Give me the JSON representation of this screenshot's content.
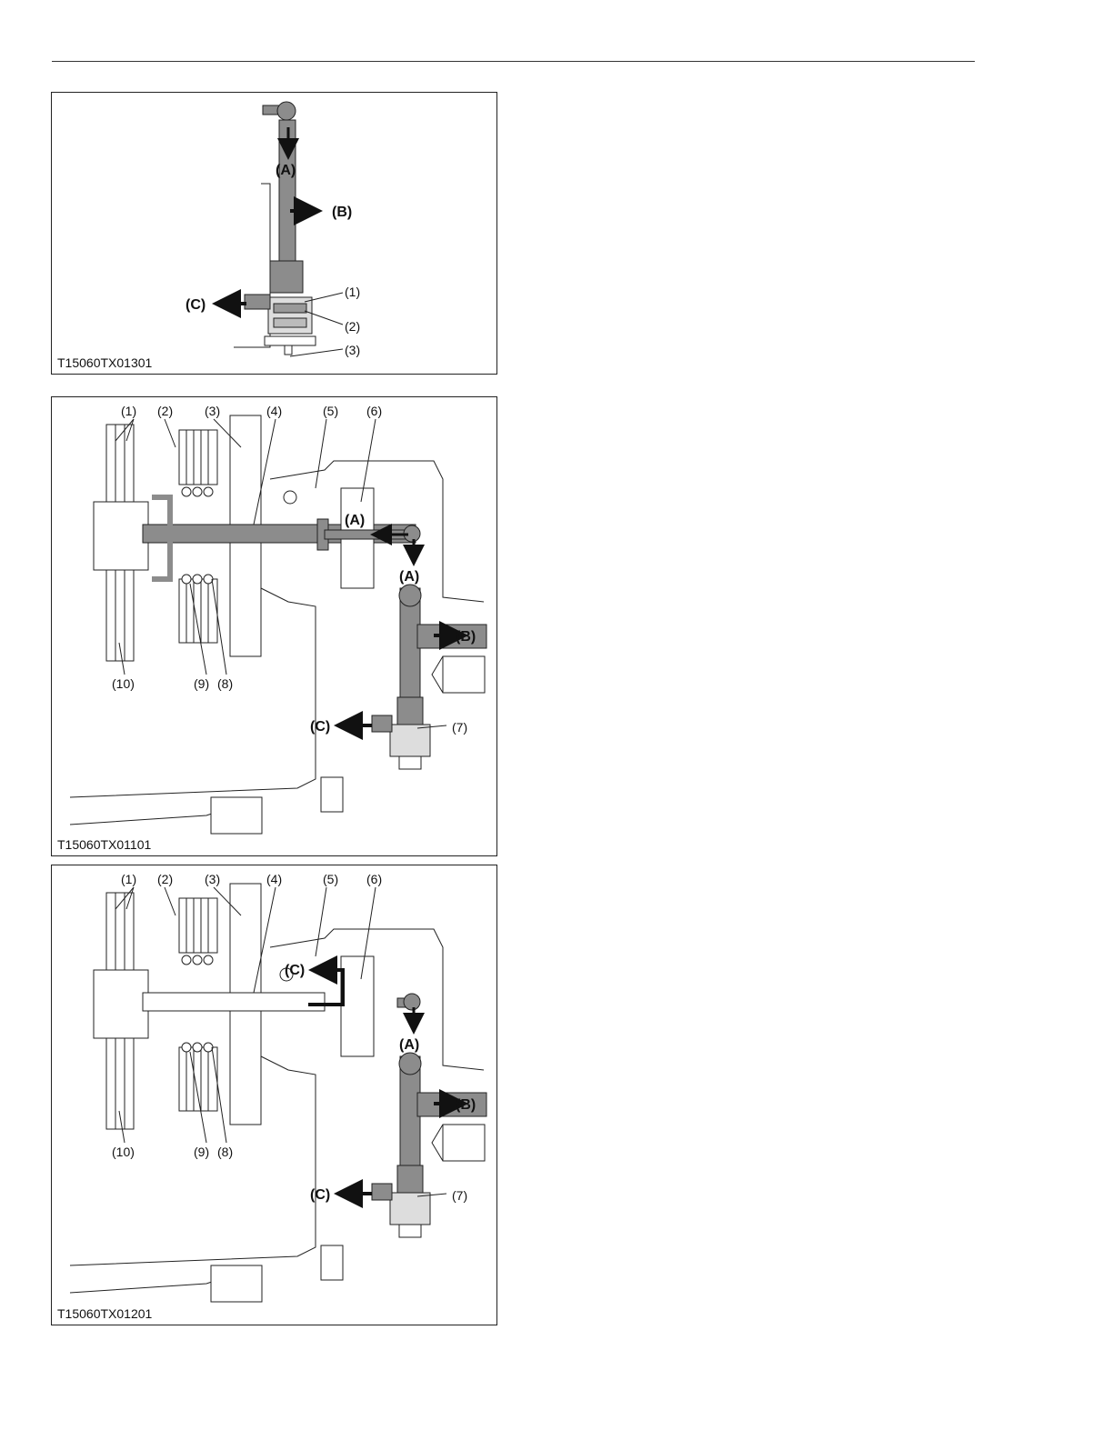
{
  "figures": [
    {
      "caption": "T15060TX01301",
      "labels": {
        "A": "(A)",
        "B": "(B)",
        "C": "(C)",
        "n1": "(1)",
        "n2": "(2)",
        "n3": "(3)"
      }
    },
    {
      "caption": "T15060TX01101",
      "labels": {
        "A1": "(A)",
        "A2": "(A)",
        "B": "(B)",
        "C": "(C)",
        "n1": "(1)",
        "n2": "(2)",
        "n3": "(3)",
        "n4": "(4)",
        "n5": "(5)",
        "n6": "(6)",
        "n7": "(7)",
        "n8": "(8)",
        "n9": "(9)",
        "n10": "(10)"
      }
    },
    {
      "caption": "T15060TX01201",
      "labels": {
        "A": "(A)",
        "B": "(B)",
        "C1": "(C)",
        "C2": "(C)",
        "n1": "(1)",
        "n2": "(2)",
        "n3": "(3)",
        "n4": "(4)",
        "n5": "(5)",
        "n6": "(6)",
        "n7": "(7)",
        "n8": "(8)",
        "n9": "(9)",
        "n10": "(10)"
      }
    }
  ],
  "colors": {
    "oil": "#8c8c8c",
    "line": "#222222",
    "arrow": "#111111"
  }
}
